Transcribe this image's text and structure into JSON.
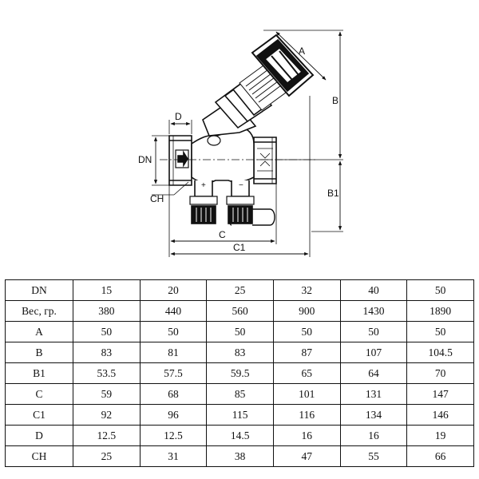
{
  "dimension_labels": {
    "A": "A",
    "B": "B",
    "B1": "B1",
    "C": "C",
    "C1": "C1",
    "D": "D",
    "DN": "DN",
    "CH": "CH"
  },
  "table": {
    "header": {
      "label": "DN",
      "values": [
        "15",
        "20",
        "25",
        "32",
        "40",
        "50"
      ]
    },
    "rows": [
      {
        "label": "Вес, гр.",
        "values": [
          "380",
          "440",
          "560",
          "900",
          "1430",
          "1890"
        ]
      },
      {
        "label": "A",
        "values": [
          "50",
          "50",
          "50",
          "50",
          "50",
          "50"
        ]
      },
      {
        "label": "B",
        "values": [
          "83",
          "81",
          "83",
          "87",
          "107",
          "104.5"
        ]
      },
      {
        "label": "B1",
        "values": [
          "53.5",
          "57.5",
          "59.5",
          "65",
          "64",
          "70"
        ]
      },
      {
        "label": "C",
        "values": [
          "59",
          "68",
          "85",
          "101",
          "131",
          "147"
        ]
      },
      {
        "label": "C1",
        "values": [
          "92",
          "96",
          "115",
          "116",
          "134",
          "146"
        ]
      },
      {
        "label": "D",
        "values": [
          "12.5",
          "12.5",
          "14.5",
          "16",
          "16",
          "19"
        ]
      },
      {
        "label": "CH",
        "values": [
          "25",
          "31",
          "38",
          "47",
          "55",
          "66"
        ]
      }
    ]
  }
}
